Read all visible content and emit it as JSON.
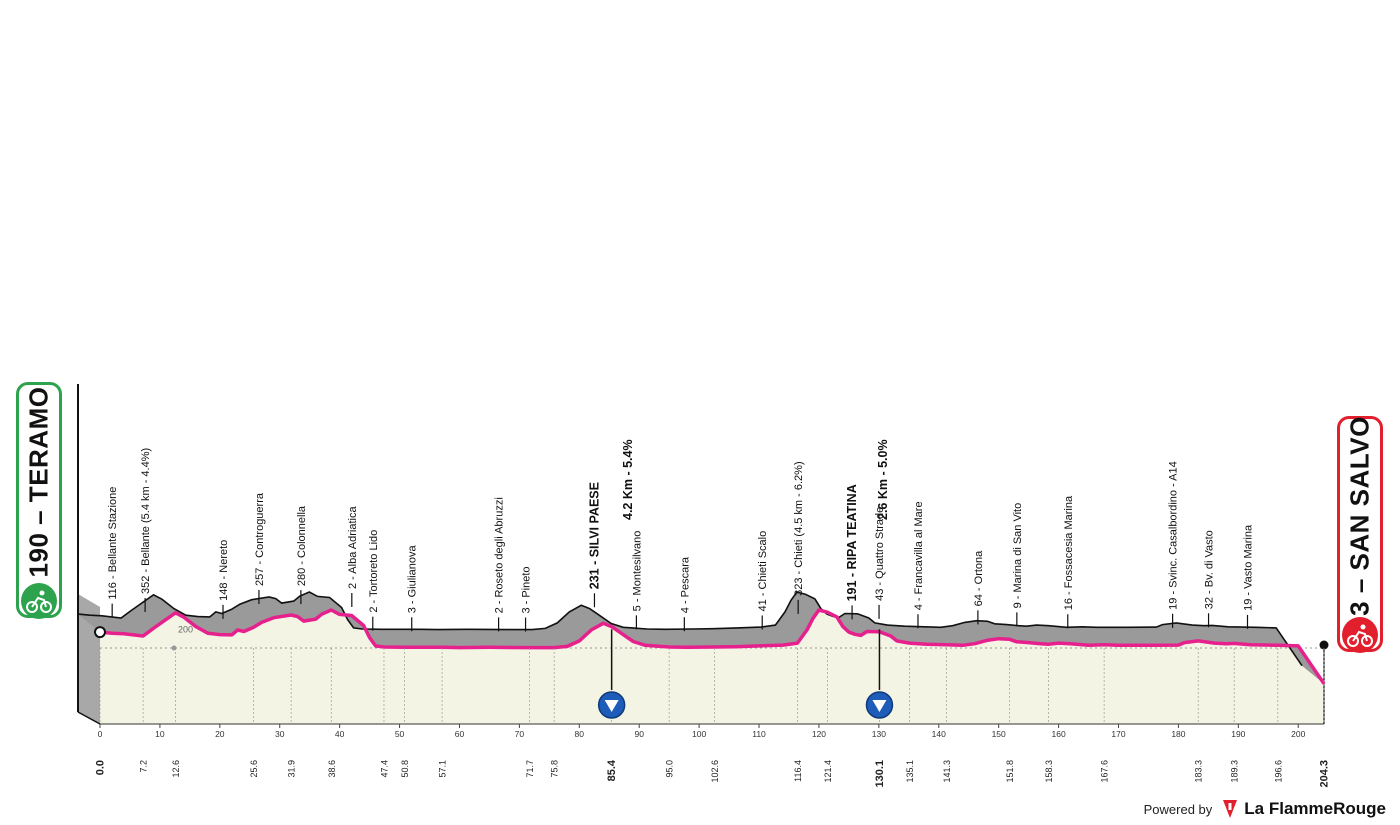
{
  "start": {
    "label": "190 – TERAMO",
    "elevation": 190,
    "name": "TERAMO"
  },
  "finish": {
    "label": "3 – SAN SALVO",
    "elevation": 3,
    "name": "SAN SALVO"
  },
  "colors": {
    "start": "#2ca34c",
    "finish": "#e2202d",
    "profile_line": "#e6208c",
    "profile_fill": "#9a9a9a",
    "ground": "#f4f4e4"
  },
  "y_tick": "200",
  "footer": {
    "powered_by": "Powered by",
    "brand": "La FlammeRouge"
  },
  "chart_data": {
    "type": "area",
    "xlabel": "",
    "ylabel": "",
    "xlim": [
      0,
      204.3
    ],
    "ylim": [
      0,
      400
    ],
    "x_ticks": [
      "0",
      "10",
      "20",
      "30",
      "40",
      "50",
      "60",
      "70",
      "80",
      "90",
      "100",
      "110",
      "120",
      "130",
      "140",
      "150",
      "160",
      "170",
      "180",
      "190",
      "200"
    ],
    "km_marks": [
      "0.0",
      "7.2",
      "12.6",
      "25.6",
      "31.9",
      "38.6",
      "47.4",
      "50.8",
      "57.1",
      "71.7",
      "75.8",
      "85.4",
      "95.0",
      "102.6",
      "116.4",
      "121.4",
      "130.1",
      "135.1",
      "141.3",
      "151.8",
      "158.3",
      "167.6",
      "183.3",
      "189.3",
      "196.6",
      "204.3"
    ],
    "bold_km_marks": [
      "0.0",
      "85.4",
      "130.1",
      "204.3"
    ],
    "profile": [
      [
        0,
        190
      ],
      [
        2,
        186
      ],
      [
        4,
        184
      ],
      [
        7.2,
        176
      ],
      [
        9,
        205
      ],
      [
        12.6,
        260
      ],
      [
        14,
        244
      ],
      [
        16,
        210
      ],
      [
        18,
        186
      ],
      [
        20,
        181
      ],
      [
        22,
        180
      ],
      [
        23,
        198
      ],
      [
        24,
        192
      ],
      [
        25.6,
        207
      ],
      [
        27,
        226
      ],
      [
        29,
        242
      ],
      [
        31.9,
        252
      ],
      [
        33,
        246
      ],
      [
        34,
        230
      ],
      [
        36,
        237
      ],
      [
        37,
        255
      ],
      [
        38.6,
        270
      ],
      [
        40,
        254
      ],
      [
        42,
        250
      ],
      [
        44,
        214
      ],
      [
        45,
        170
      ],
      [
        46,
        140
      ],
      [
        47.4,
        136
      ],
      [
        50.8,
        135
      ],
      [
        55,
        135
      ],
      [
        57.1,
        135
      ],
      [
        60,
        134
      ],
      [
        65,
        135
      ],
      [
        71.7,
        134
      ],
      [
        75.8,
        134
      ],
      [
        78,
        138
      ],
      [
        80,
        158
      ],
      [
        82,
        198
      ],
      [
        84,
        222
      ],
      [
        85.4,
        210
      ],
      [
        87,
        186
      ],
      [
        89,
        156
      ],
      [
        91,
        142
      ],
      [
        95,
        136
      ],
      [
        98,
        135
      ],
      [
        102.6,
        136
      ],
      [
        106,
        137
      ],
      [
        110,
        140
      ],
      [
        114,
        143
      ],
      [
        116.4,
        150
      ],
      [
        118,
        198
      ],
      [
        119,
        240
      ],
      [
        120,
        270
      ],
      [
        121.4,
        262
      ],
      [
        123,
        245
      ],
      [
        124,
        210
      ],
      [
        125,
        190
      ],
      [
        126,
        182
      ],
      [
        127,
        178
      ],
      [
        128,
        192
      ],
      [
        130.1,
        191
      ],
      [
        132,
        176
      ],
      [
        133,
        158
      ],
      [
        135.1,
        150
      ],
      [
        138,
        146
      ],
      [
        141.3,
        144
      ],
      [
        144,
        142
      ],
      [
        146,
        148
      ],
      [
        148,
        160
      ],
      [
        150,
        166
      ],
      [
        151.8,
        164
      ],
      [
        153,
        155
      ],
      [
        155,
        152
      ],
      [
        157,
        148
      ],
      [
        158.3,
        146
      ],
      [
        160,
        150
      ],
      [
        162,
        148
      ],
      [
        165,
        142
      ],
      [
        167.6,
        144
      ],
      [
        170,
        142
      ],
      [
        175,
        142
      ],
      [
        180,
        143
      ],
      [
        181,
        152
      ],
      [
        183.3,
        158
      ],
      [
        186,
        150
      ],
      [
        188,
        148
      ],
      [
        189.3,
        149
      ],
      [
        192,
        144
      ],
      [
        196.6,
        142
      ],
      [
        200,
        140
      ],
      [
        204.3,
        3
      ]
    ],
    "climbs": [
      {
        "name": "Bellante (5.4 km - 4.4%)",
        "km": 12.6
      },
      {
        "name": "SILVI PAESE",
        "detail": "4.2 Km - 5.4%",
        "km": 85.4
      },
      {
        "name": "Chieti (4.5 km - 6.2%)",
        "km": 121.4
      },
      {
        "name": "RIPA TEATINA",
        "detail": "2.6 Km - 5.0%",
        "km": 130.1
      }
    ],
    "sprints_km": [
      85.4,
      130.1
    ],
    "waypoints": [
      {
        "km": 3.5,
        "label": "116 - Bellante Stazione"
      },
      {
        "km": 9,
        "label": "352 - Bellante (5.4 km - 4.4%)"
      },
      {
        "km": 22,
        "label": "148 - Nereto"
      },
      {
        "km": 28,
        "label": "257 - Controguerra"
      },
      {
        "km": 35,
        "label": "280 - Colonnella"
      },
      {
        "km": 43.5,
        "label": "2 - Alba Adriatica"
      },
      {
        "km": 47,
        "label": "2 - Tortoreto Lido"
      },
      {
        "km": 53.5,
        "label": "3 - Giulianova"
      },
      {
        "km": 68,
        "label": "2 - Roseto degli Abruzzi"
      },
      {
        "km": 72.5,
        "label": "3 - Pineto"
      },
      {
        "km": 84,
        "label": "231 - SILVI PAESE",
        "bold": true
      },
      {
        "km": 91,
        "label": "5 - Montesilvano"
      },
      {
        "km": 99,
        "label": "4 - Pescara"
      },
      {
        "km": 112,
        "label": "41 - Chieti Scalo"
      },
      {
        "km": 118,
        "label": "323 - Chieti (4.5 km - 6.2%)"
      },
      {
        "km": 127,
        "label": "191 - RIPA TEATINA",
        "bold": true
      },
      {
        "km": 131.5,
        "label": "43 - Quattro Strade"
      },
      {
        "km": 138,
        "label": "4 - Francavilla al Mare"
      },
      {
        "km": 148,
        "label": "64 - Ortona"
      },
      {
        "km": 154.5,
        "label": "9 - Marina di San Vito"
      },
      {
        "km": 163,
        "label": "16 - Fossacesia Marina"
      },
      {
        "km": 180.5,
        "label": "19 - Svinc. Casalbordino - A14"
      },
      {
        "km": 186.5,
        "label": "32 - Bv. di Vasto"
      },
      {
        "km": 193,
        "label": "19 - Vasto Marina"
      }
    ],
    "climb_details": [
      {
        "km": 86.5,
        "label": "4.2 Km - 5.4%"
      },
      {
        "km": 129,
        "label": "2.6 Km - 5.0%"
      }
    ]
  }
}
